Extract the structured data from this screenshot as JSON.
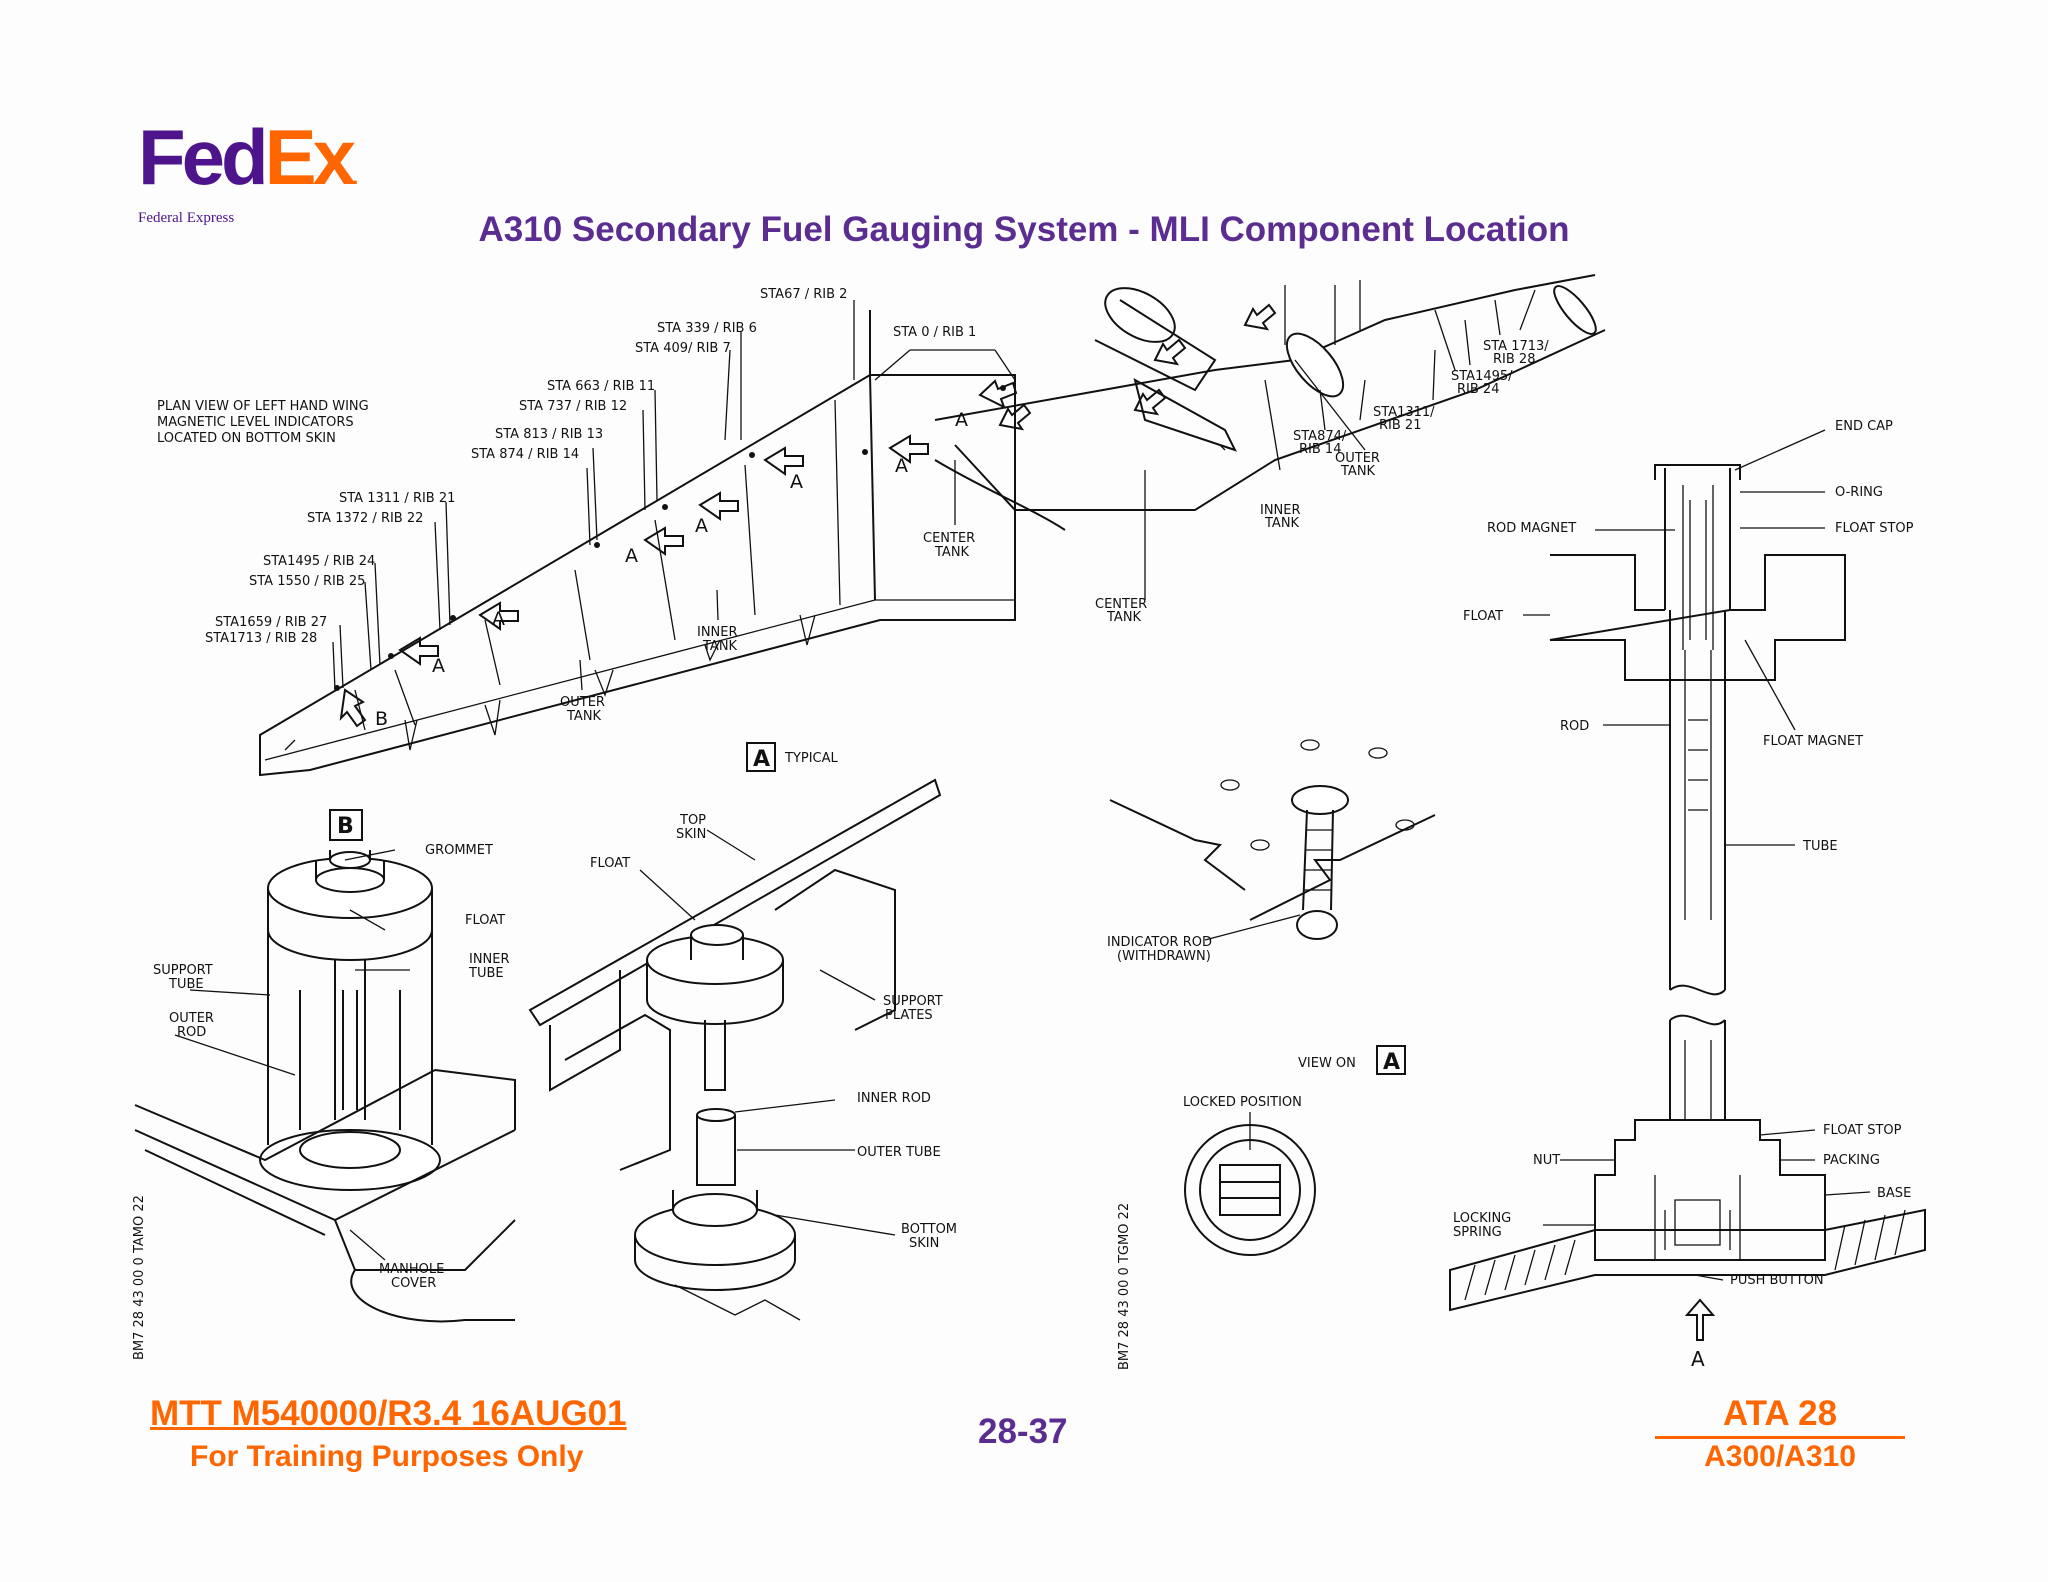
{
  "logo": {
    "fed": "Fed",
    "ex": "Ex",
    "subtitle": "Federal Express"
  },
  "title": "A310 Secondary Fuel Gauging System - MLI Component Location",
  "diagram": {
    "plan_view_note": [
      "PLAN VIEW OF LEFT HAND WING",
      "MAGNETIC LEVEL INDICATORS",
      "LOCATED ON BOTTOM SKIN"
    ],
    "stations": [
      "STA67 / RIB 2",
      "STA 339 / RIB 6",
      "STA 409/ RIB 7",
      "STA 0 / RIB 1",
      "STA 663 / RIB 11",
      "STA 737 / RIB 12",
      "STA 813 / RIB 13",
      "STA 874 / RIB 14",
      "STA 1311 / RIB 21",
      "STA 1372 / RIB 22",
      "STA1495 / RIB 24",
      "STA 1550 / RIB 25",
      "STA1659 / RIB 27",
      "STA1713 / RIB 28"
    ],
    "tanks": {
      "center": [
        "CENTER",
        "TANK"
      ],
      "inner": [
        "INNER",
        "TANK"
      ],
      "outer": [
        "OUTER",
        "TANK"
      ]
    },
    "markers": {
      "a": "A",
      "b": "B"
    },
    "view_a": {
      "typical": "TYPICAL",
      "top_skin": [
        "TOP",
        "SKIN"
      ],
      "float": "FLOAT",
      "support_plates": [
        "SUPPORT",
        "PLATES"
      ],
      "inner_rod": "INNER ROD",
      "outer_tube": "OUTER TUBE",
      "bottom_skin": [
        "BOTTOM",
        "SKIN"
      ]
    },
    "view_b": {
      "grommet": "GROMMET",
      "float": "FLOAT",
      "support_tube": [
        "SUPPORT",
        "TUBE"
      ],
      "inner_tube": [
        "INNER",
        "TUBE"
      ],
      "outer_rod": [
        "OUTER",
        "ROD"
      ],
      "manhole_cover": [
        "MANHOLE",
        "COVER"
      ]
    },
    "ref_left": "BM7 28 43 00 0 TAMO 22",
    "ref_right": "BM7 28 43 00 0 TGMO 22",
    "iso": {
      "sta_1713": [
        "STA 1713/",
        "RIB 28"
      ],
      "sta_1495": [
        "STA1495/",
        "RIB 24"
      ],
      "sta_1311": [
        "STA1311/",
        "RIB 21"
      ],
      "sta_874": [
        "STA874/",
        "RIB 14"
      ]
    },
    "indicator_rod": [
      "INDICATOR ROD",
      "(WITHDRAWN)"
    ],
    "view_on": "VIEW ON",
    "locked_position": "LOCKED POSITION",
    "mli": {
      "end_cap": "END CAP",
      "o_ring": "O-RING",
      "rod_magnet": "ROD MAGNET",
      "float_stop": "FLOAT STOP",
      "float": "FLOAT",
      "float_magnet": "FLOAT MAGNET",
      "rod": "ROD",
      "tube": "TUBE",
      "float_stop_2": "FLOAT  STOP",
      "nut": "NUT",
      "packing": "PACKING",
      "base": "BASE",
      "locking_spring": [
        "LOCKING",
        "SPRING"
      ],
      "push_button": "PUSH BUTTON"
    }
  },
  "footer": {
    "mtt": "MTT M540000/R3.4 16AUG01",
    "training": "For Training Purposes Only",
    "page": "28-37",
    "ata": "ATA 28",
    "model": "A300/A310"
  }
}
